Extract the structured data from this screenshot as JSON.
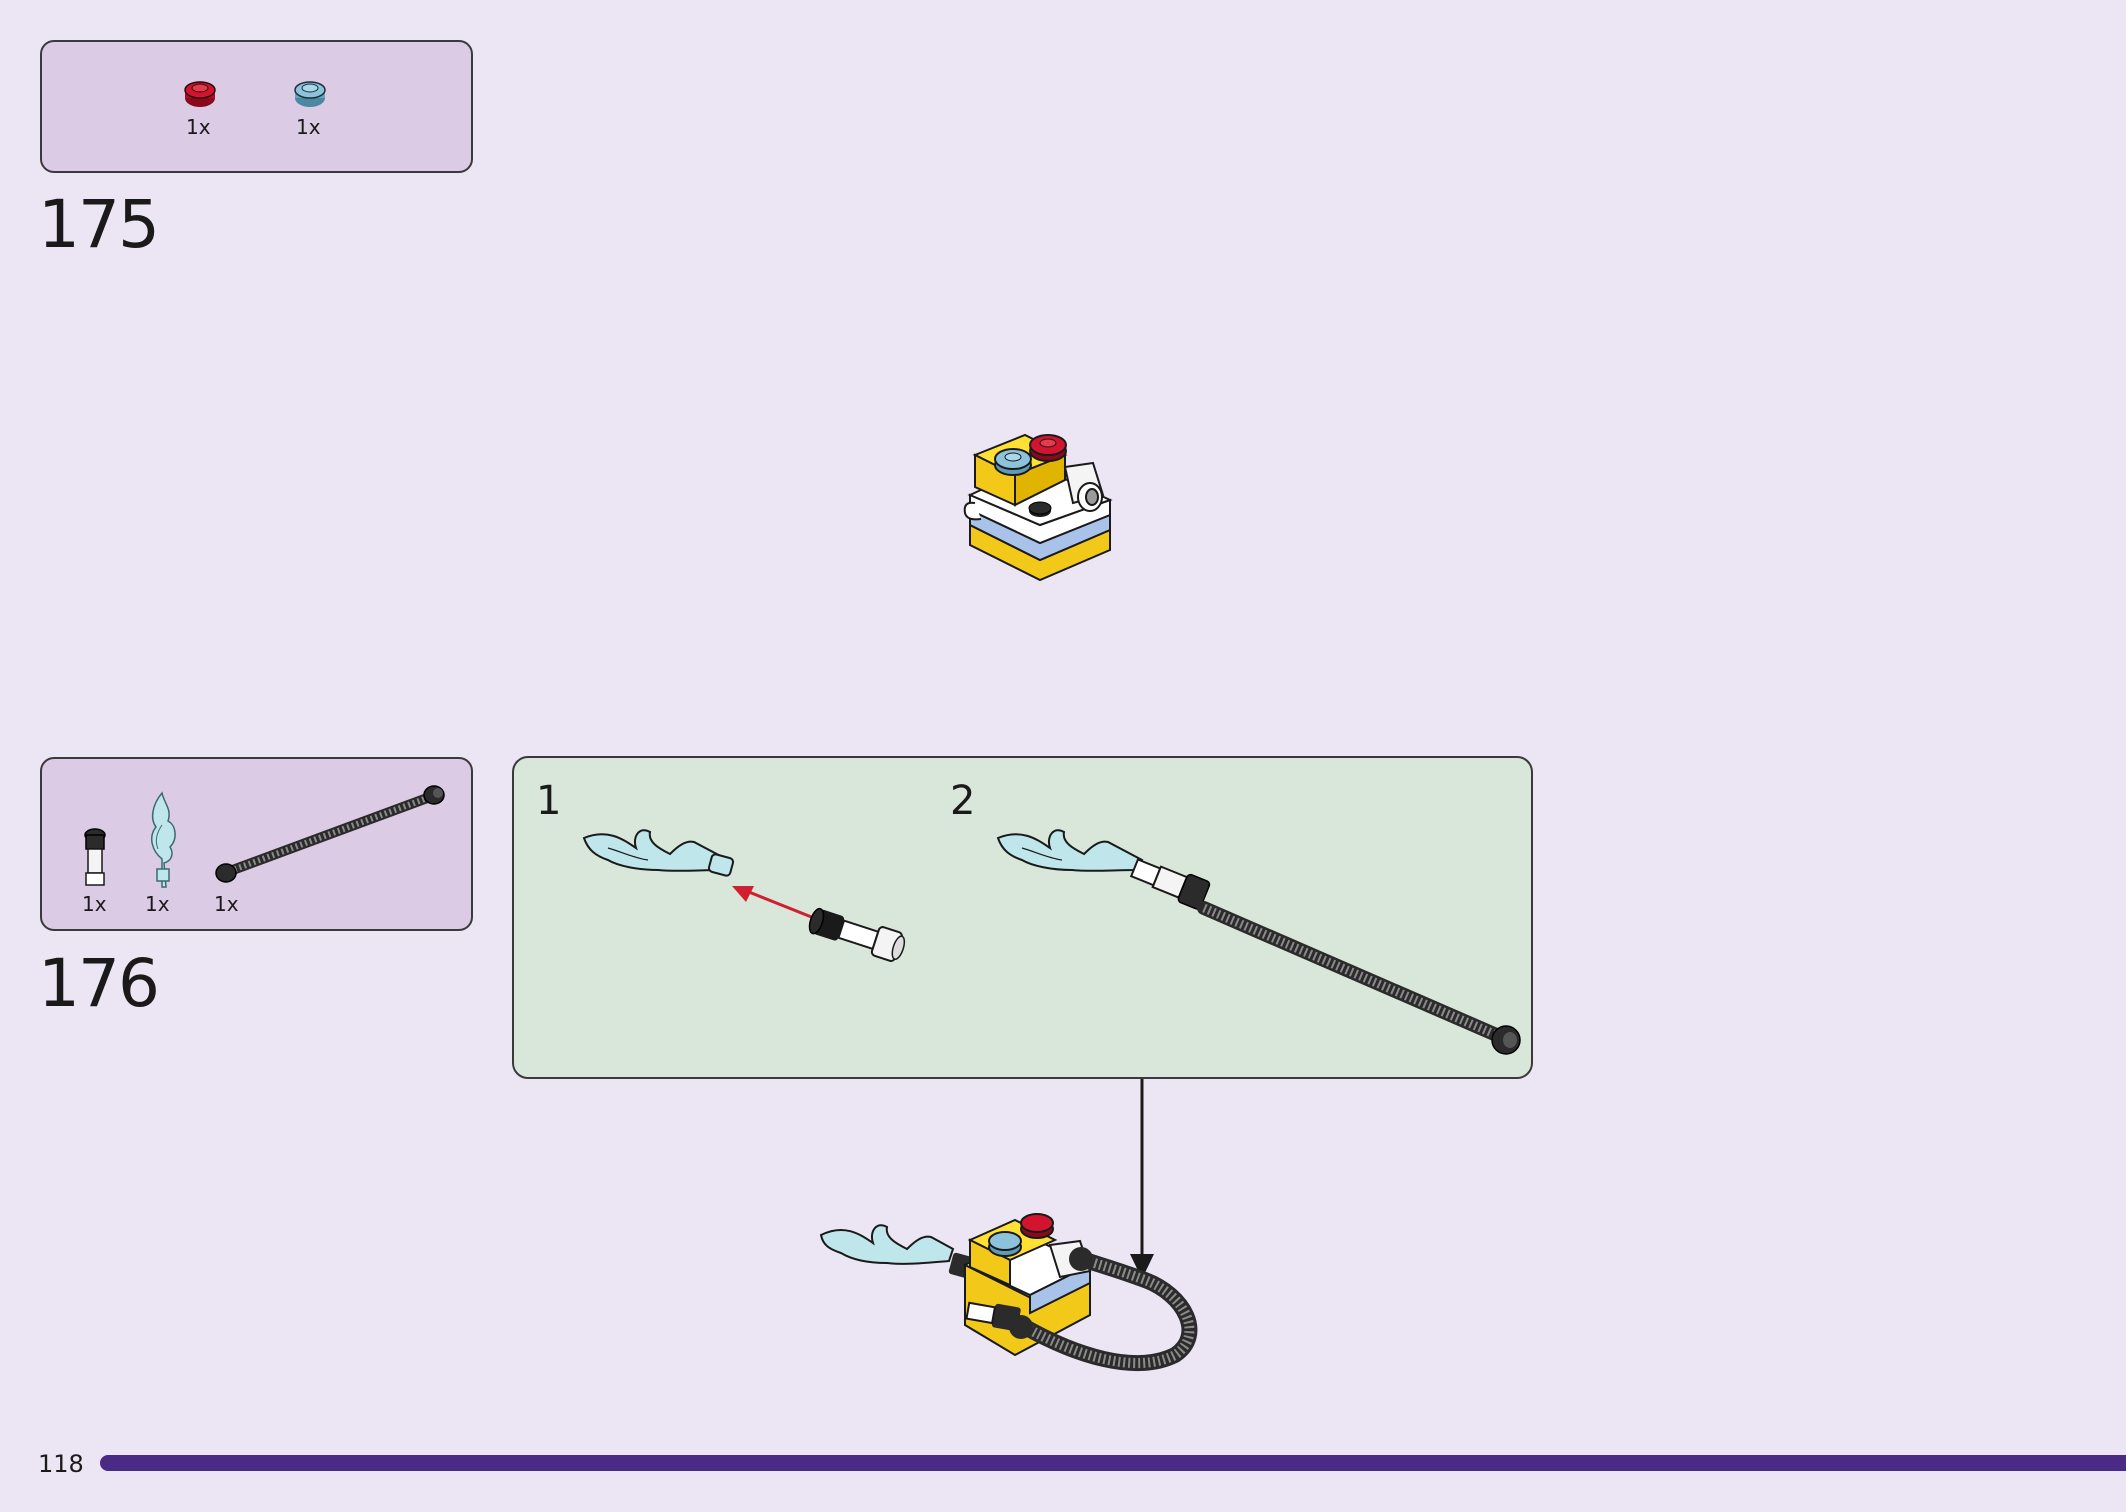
{
  "page": {
    "number": "118",
    "bar_color": "#4b2a86",
    "background": "#ece5f3"
  },
  "steps": [
    {
      "number": "175",
      "parts": [
        {
          "name": "red-round-plate-icon",
          "color": "#c8102e",
          "qty": "1x"
        },
        {
          "name": "blue-round-plate-icon",
          "color": "#7fb6cf",
          "qty": "1x"
        }
      ]
    },
    {
      "number": "176",
      "parts": [
        {
          "name": "hose-nozzle-icon",
          "qty": "1x"
        },
        {
          "name": "water-splash-icon",
          "color": "#bfe6ea",
          "qty": "1x"
        },
        {
          "name": "ribbed-hose-icon",
          "qty": "1x"
        }
      ],
      "substeps": [
        {
          "number": "1"
        },
        {
          "number": "2"
        }
      ]
    }
  ]
}
